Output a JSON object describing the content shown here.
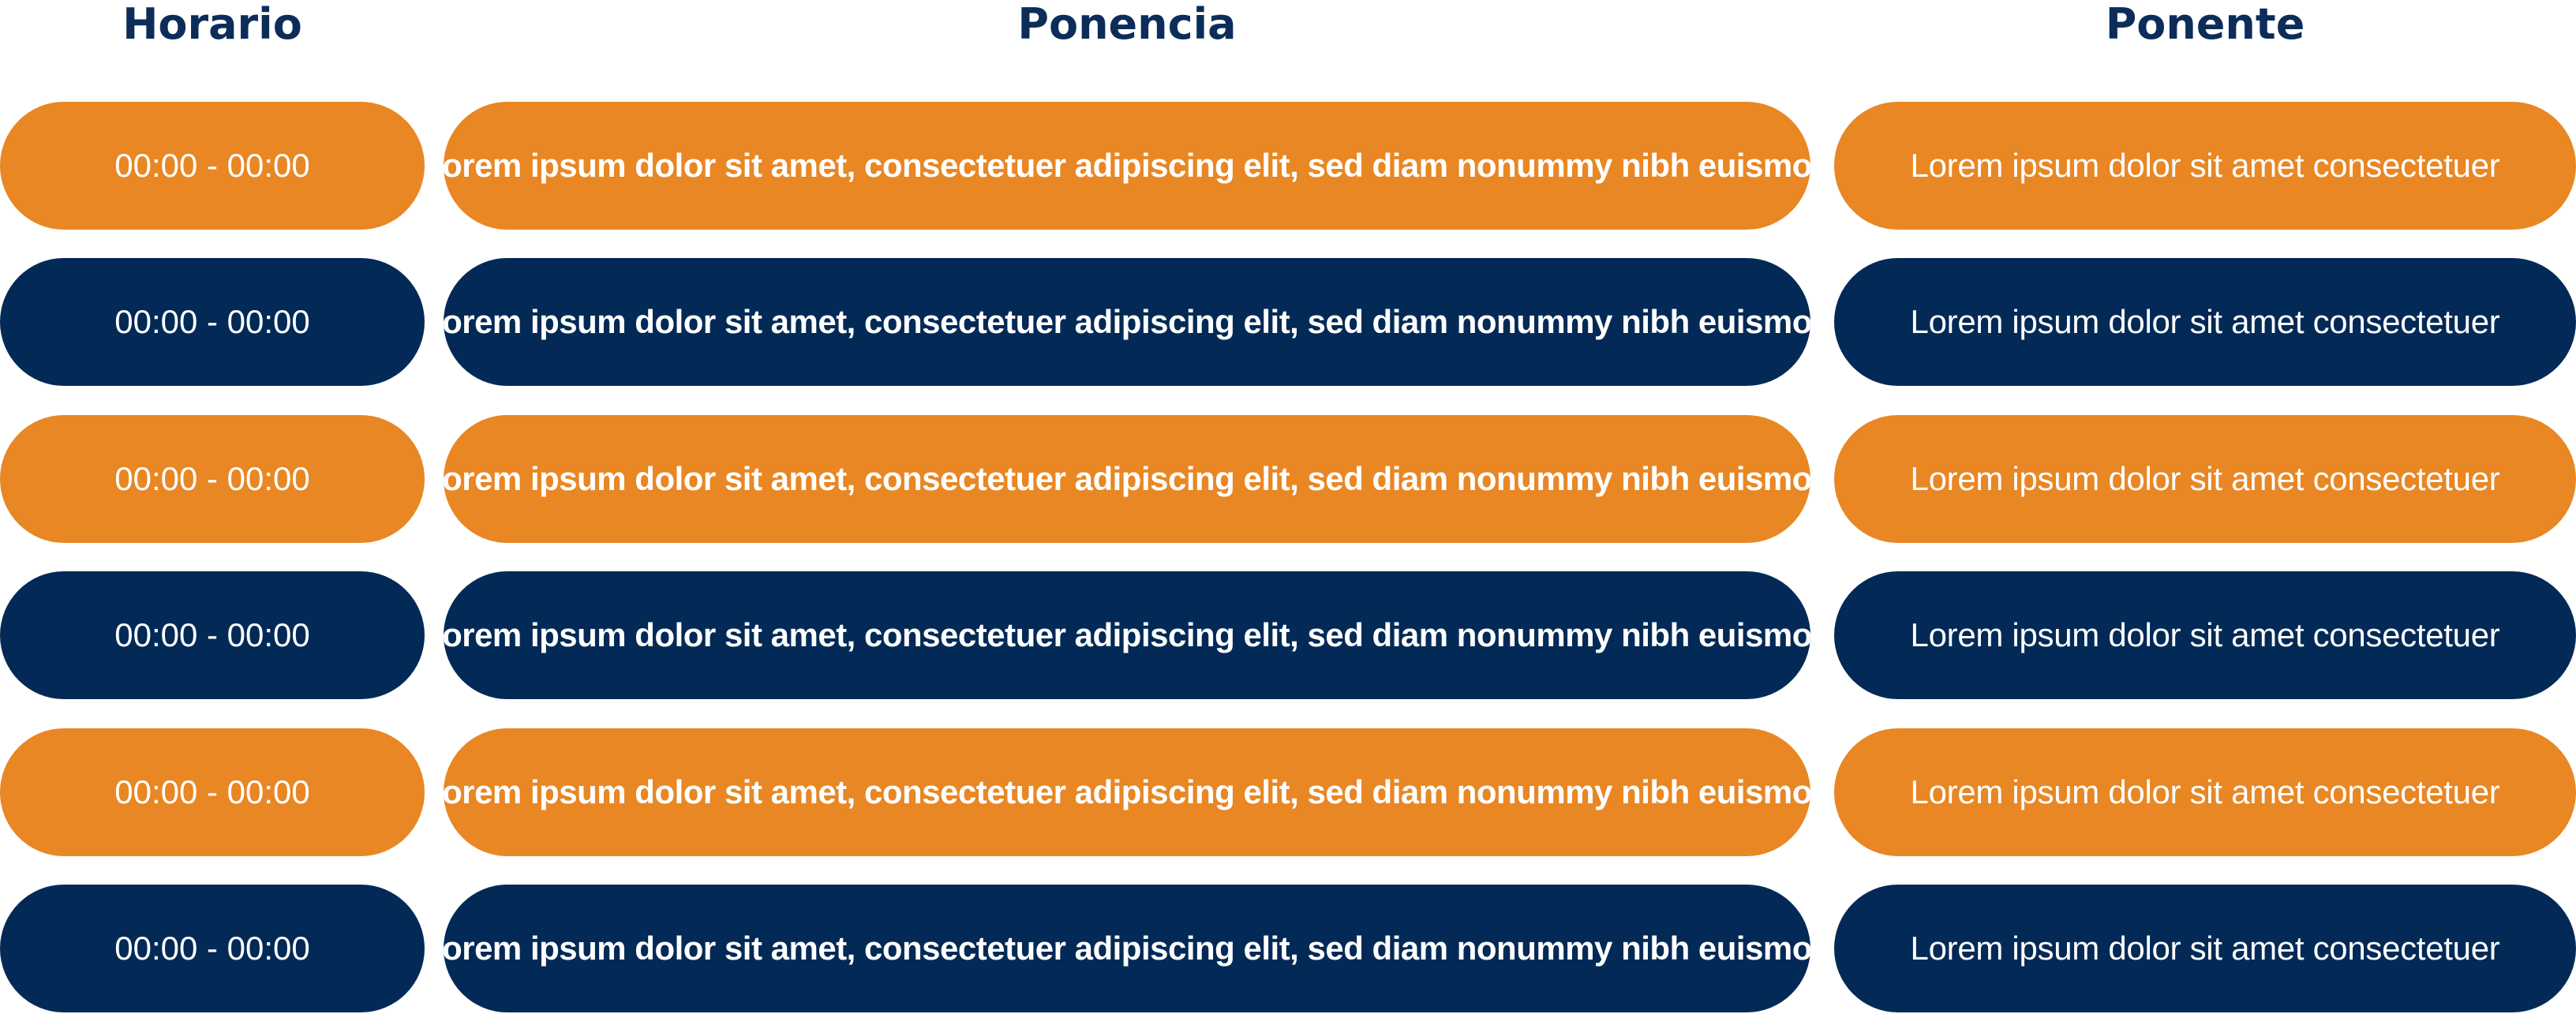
{
  "headers": {
    "horario": "Horario",
    "ponencia": "Ponencia",
    "ponente": "Ponente"
  },
  "colors": {
    "orange": "#e88724",
    "navy": "#032a56",
    "header_text": "#0c2d5a"
  },
  "rows": [
    {
      "style": "orange",
      "time": "00:00 - 00:00",
      "talk": "Lorem ipsum dolor sit amet, consectetuer adipiscing elit, sed diam nonummy nibh euismod",
      "speaker": "Lorem ipsum dolor sit amet consectetuer"
    },
    {
      "style": "navy",
      "time": "00:00 - 00:00",
      "talk": "Lorem ipsum dolor sit amet, consectetuer adipiscing elit, sed diam nonummy nibh euismod",
      "speaker": "Lorem ipsum dolor sit amet consectetuer"
    },
    {
      "style": "orange",
      "time": "00:00 - 00:00",
      "talk": "Lorem ipsum dolor sit amet, consectetuer adipiscing elit, sed diam nonummy nibh euismod",
      "speaker": "Lorem ipsum dolor sit amet consectetuer"
    },
    {
      "style": "navy",
      "time": "00:00 - 00:00",
      "talk": "Lorem ipsum dolor sit amet, consectetuer adipiscing elit, sed diam nonummy nibh euismod",
      "speaker": "Lorem ipsum dolor sit amet consectetuer"
    },
    {
      "style": "orange",
      "time": "00:00 - 00:00",
      "talk": "Lorem ipsum dolor sit amet, consectetuer adipiscing elit, sed diam nonummy nibh euismod",
      "speaker": "Lorem ipsum dolor sit amet consectetuer"
    },
    {
      "style": "navy",
      "time": "00:00 - 00:00",
      "talk": "Lorem ipsum dolor sit amet, consectetuer adipiscing elit, sed diam nonummy nibh euismod",
      "speaker": "Lorem ipsum dolor sit amet consectetuer"
    }
  ]
}
